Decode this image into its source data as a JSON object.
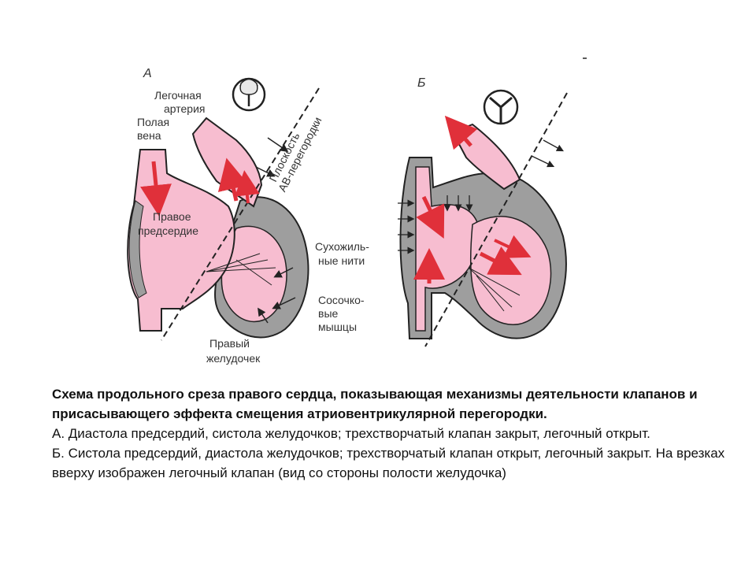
{
  "diagram": {
    "panel_a": {
      "letter": "А",
      "labels": {
        "pulmonary_artery_l1": "Легочная",
        "pulmonary_artery_l2": "артерия",
        "vena_l1": "Полая",
        "vena_l2": "вена",
        "atrium_l1": "Правое",
        "atrium_l2": "предсердие",
        "plane_l1": "Плоскость",
        "plane_l2": "АВ-перегородки",
        "chordae_l1": "Сухожиль-",
        "chordae_l2": "ные нити",
        "papillary_l1": "Сосочко-",
        "papillary_l2": "вые",
        "papillary_l3": "мышцы",
        "ventricle_l1": "Правый",
        "ventricle_l2": "желудочек"
      }
    },
    "panel_b": {
      "letter": "Б"
    },
    "colors": {
      "chamber": "#f7bdd0",
      "wall": "#9e9e9e",
      "arrow": "#e0303a",
      "outline": "#222222"
    }
  },
  "caption": {
    "title": "Схема продольного среза правого сердца, показывающая механизмы деятельности клапанов и присасывающего эффекта смещения атриовентрикулярной перегородки.",
    "line_a": "А. Диастола предсердий, систола желудочков; трехстворчатый клапан закрыт, легочный открыт.",
    "line_b": "Б. Систола предсердий, диастола желудочков; трехстворчатый клапан открыт, легочный закрыт. На врезках вверху изображен легочный клапан (вид со стороны полости желудочка)"
  }
}
